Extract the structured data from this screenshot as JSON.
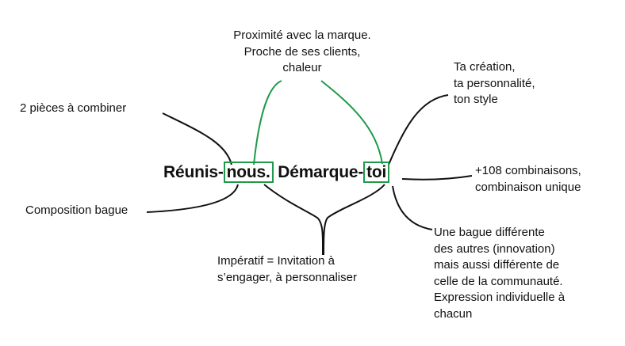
{
  "title": {
    "part1": "Réunis-",
    "part2": "nous.",
    "part3": " Démarque-",
    "part4": "toi"
  },
  "nodes": {
    "top": [
      "Proximité avec la marque.",
      "Proche de ses clients,",
      "chaleur"
    ],
    "top_right": [
      "Ta création,",
      "ta personnalité,",
      "ton style"
    ],
    "left_top": [
      "2 pièces à combiner"
    ],
    "right_mid": [
      "+108 combinaisons,",
      "combinaison unique"
    ],
    "left_bottom": [
      "Composition bague"
    ],
    "bottom": [
      "Impératif = Invitation à",
      "s’engager, à personnaliser"
    ],
    "bottom_right": [
      "Une bague différente",
      "des autres (innovation)",
      "mais aussi différente de",
      "celle de la communauté.",
      "Expression individuelle à",
      "chacun"
    ]
  },
  "colors": {
    "accent": "#1e9a4a",
    "line": "#111111"
  }
}
